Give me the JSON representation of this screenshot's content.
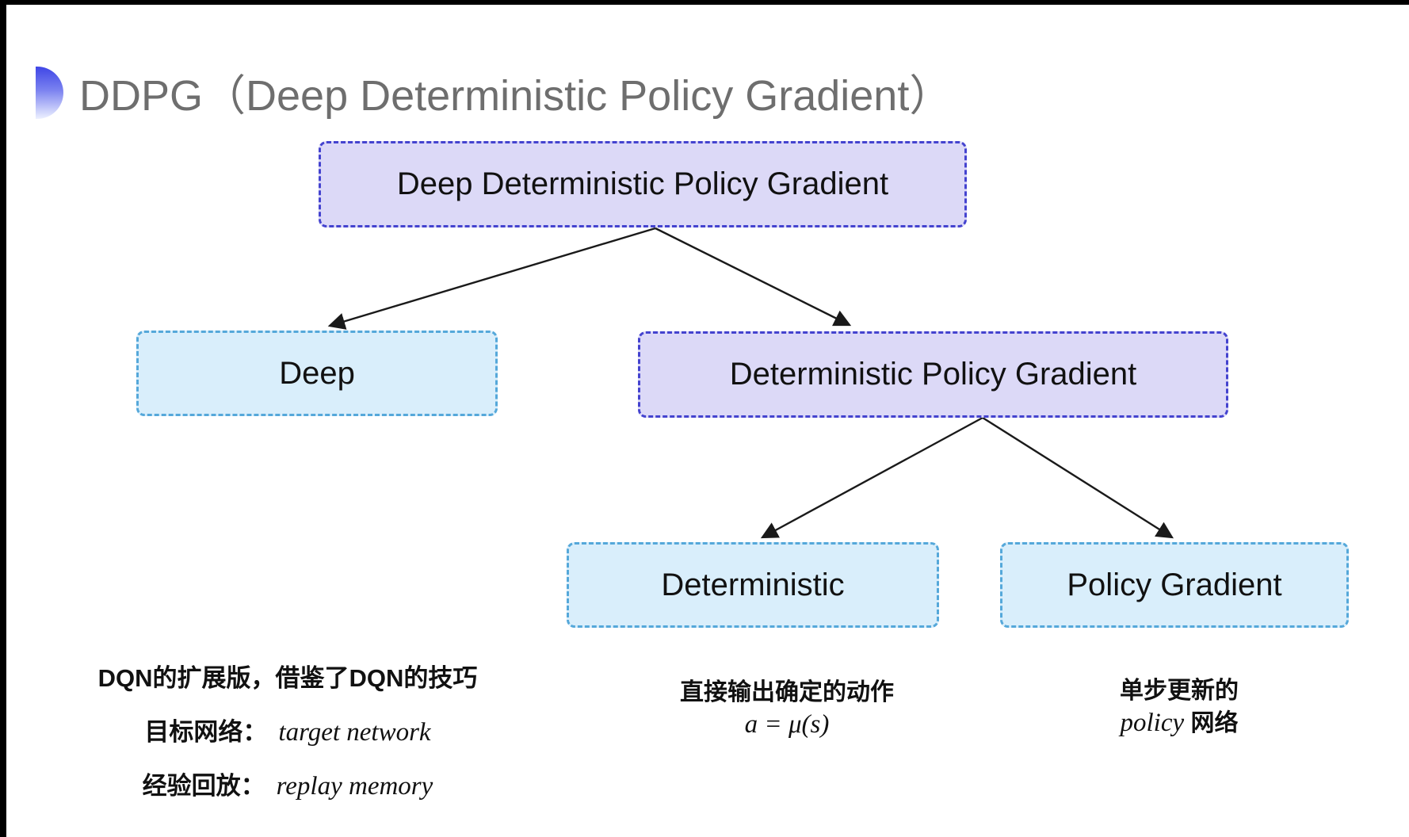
{
  "title": {
    "text": "DDPG（Deep Deterministic Policy Gradient）"
  },
  "tree": {
    "nodes": {
      "root": {
        "label": "Deep Deterministic Policy Gradient"
      },
      "deep": {
        "label": "Deep"
      },
      "dpg": {
        "label": "Deterministic Policy Gradient"
      },
      "deterministic": {
        "label": "Deterministic"
      },
      "policy_gradient": {
        "label": "Policy Gradient"
      }
    }
  },
  "colors": {
    "purple_fill": "#dcd9f7",
    "purple_border": "#4443cf",
    "cyan_fill": "#d9eefb",
    "cyan_border": "#55a8da",
    "arrow": "#1a1a1a",
    "title_text": "#6e6e6e",
    "bullet_gradient_top": "#3f46e6",
    "bullet_gradient_bottom": "#edf1ff"
  },
  "annotations": {
    "deep_note": {
      "line1": "DQN的扩展版，借鉴了DQN的技巧",
      "target_label": "目标网络：",
      "target_value": "target network",
      "replay_label": "经验回放：",
      "replay_value": "replay memory"
    },
    "deterministic_note": {
      "line1": "直接输出确定的动作",
      "formula": "a = μ(s)"
    },
    "policy_gradient_note": {
      "line1": "单步更新的",
      "word_italic": "policy",
      "word_rest": "网络"
    }
  }
}
